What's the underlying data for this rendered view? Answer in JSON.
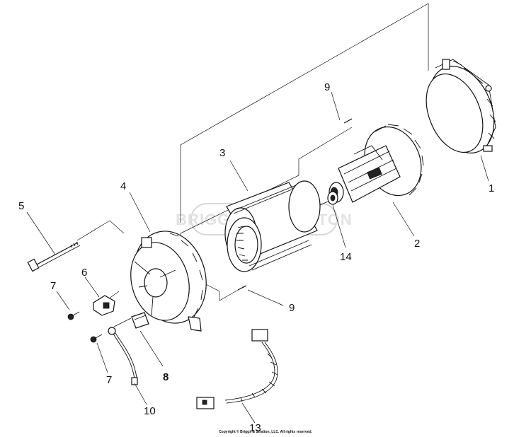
{
  "watermark": "BRIGGS & STRATTON",
  "callouts": {
    "c1": "1",
    "c2": "2",
    "c3": "3",
    "c4": "4",
    "c5": "5",
    "c6": "6",
    "c7a": "7",
    "c7b": "7",
    "c8": "8",
    "c9a": "9",
    "c9b": "9",
    "c10": "10",
    "c13": "13",
    "c14": "14"
  },
  "copyright": "Copyright © Briggs & Stratton, LLC. All rights reserved."
}
